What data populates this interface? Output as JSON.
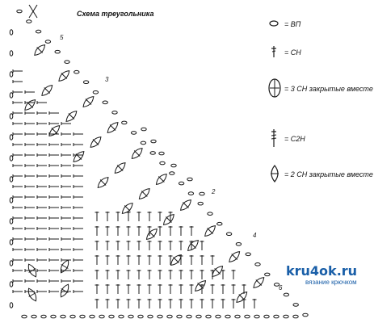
{
  "title": "Схема треугольника",
  "legend": [
    {
      "symbol": "chain-icon",
      "text": "= ВП"
    },
    {
      "symbol": "dc-icon",
      "text": "= СН"
    },
    {
      "symbol": "dc3tog-icon",
      "text": "= 3 СН закрытые вместе"
    },
    {
      "symbol": "tr-icon",
      "text": "= С2Н"
    },
    {
      "symbol": "dc2tog-icon",
      "text": "= 2 СН закрытые вместе"
    }
  ],
  "row_numbers": [
    "5",
    "3",
    "2",
    "4",
    "6"
  ],
  "watermark": {
    "main": "kru4ok.ru",
    "sub": "вязание крючком"
  },
  "colors": {
    "ink": "#1a1a1a",
    "watermark": "#1a5fa8"
  }
}
